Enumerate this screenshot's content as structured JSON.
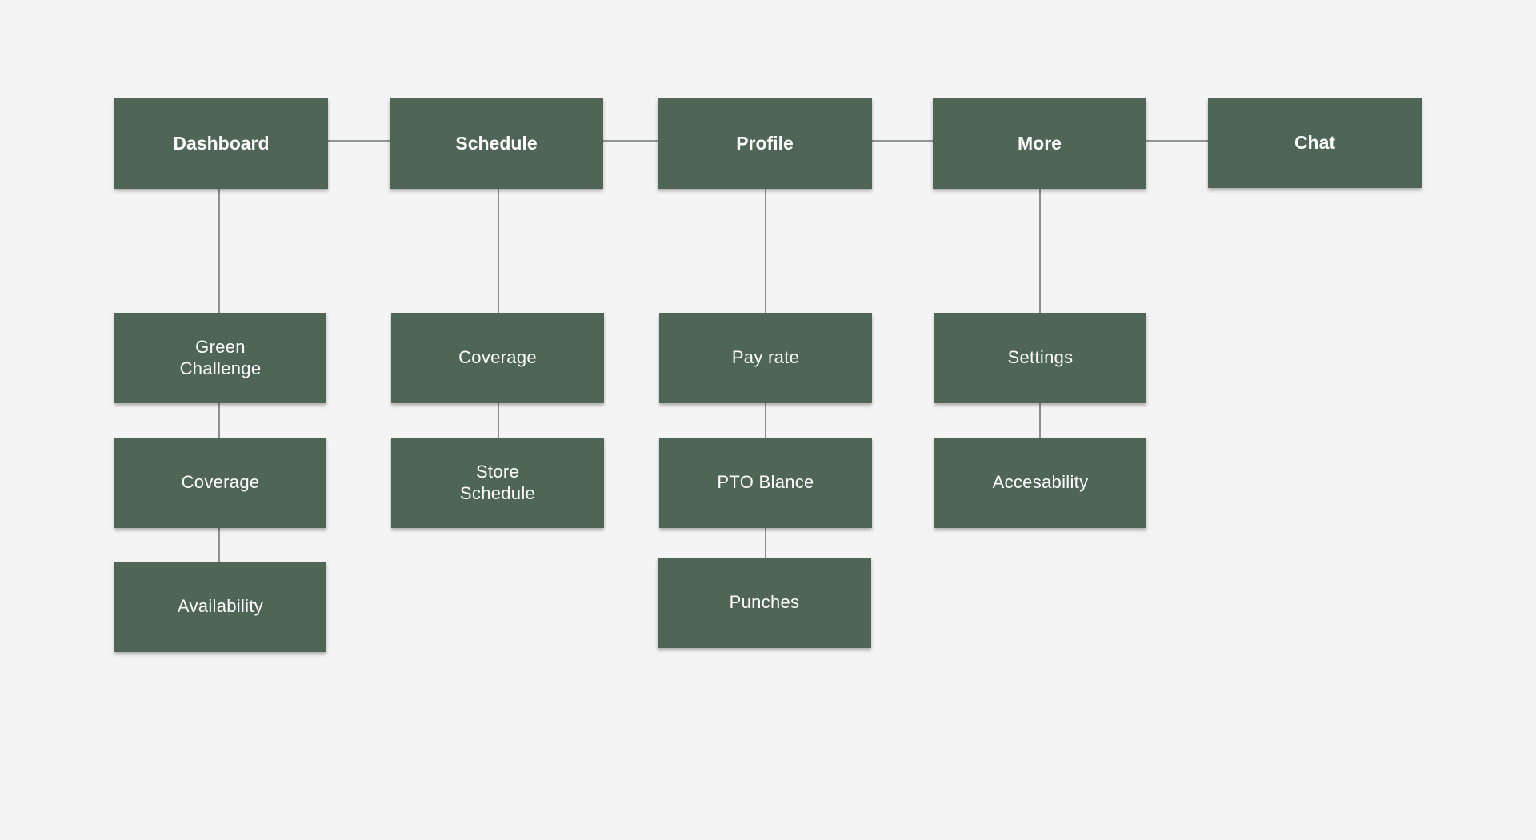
{
  "colors": {
    "background": "#f4f4f4",
    "node_fill": "#4f6555",
    "node_text": "#ffffff",
    "connector": "#555b58"
  },
  "top_nodes": [
    {
      "id": "dashboard",
      "label": "Dashboard"
    },
    {
      "id": "schedule",
      "label": "Schedule"
    },
    {
      "id": "profile",
      "label": "Profile"
    },
    {
      "id": "more",
      "label": "More"
    },
    {
      "id": "chat",
      "label": "Chat"
    }
  ],
  "children": {
    "dashboard": [
      "Green\nChallenge",
      "Coverage",
      "Availability"
    ],
    "schedule": [
      "Coverage",
      "Store\nSchedule"
    ],
    "profile": [
      "Pay rate",
      "PTO Blance",
      "Punches"
    ],
    "more": [
      "Settings",
      "Accesability"
    ]
  },
  "edges": [
    [
      "dashboard",
      "schedule"
    ],
    [
      "schedule",
      "profile"
    ],
    [
      "profile",
      "more"
    ],
    [
      "more",
      "chat"
    ],
    [
      "dashboard",
      "dashboard.0"
    ],
    [
      "dashboard.0",
      "dashboard.1"
    ],
    [
      "dashboard.1",
      "dashboard.2"
    ],
    [
      "schedule",
      "schedule.0"
    ],
    [
      "schedule.0",
      "schedule.1"
    ],
    [
      "profile",
      "profile.0"
    ],
    [
      "profile.0",
      "profile.1"
    ],
    [
      "profile.1",
      "profile.2"
    ],
    [
      "more",
      "more.0"
    ],
    [
      "more.0",
      "more.1"
    ]
  ]
}
